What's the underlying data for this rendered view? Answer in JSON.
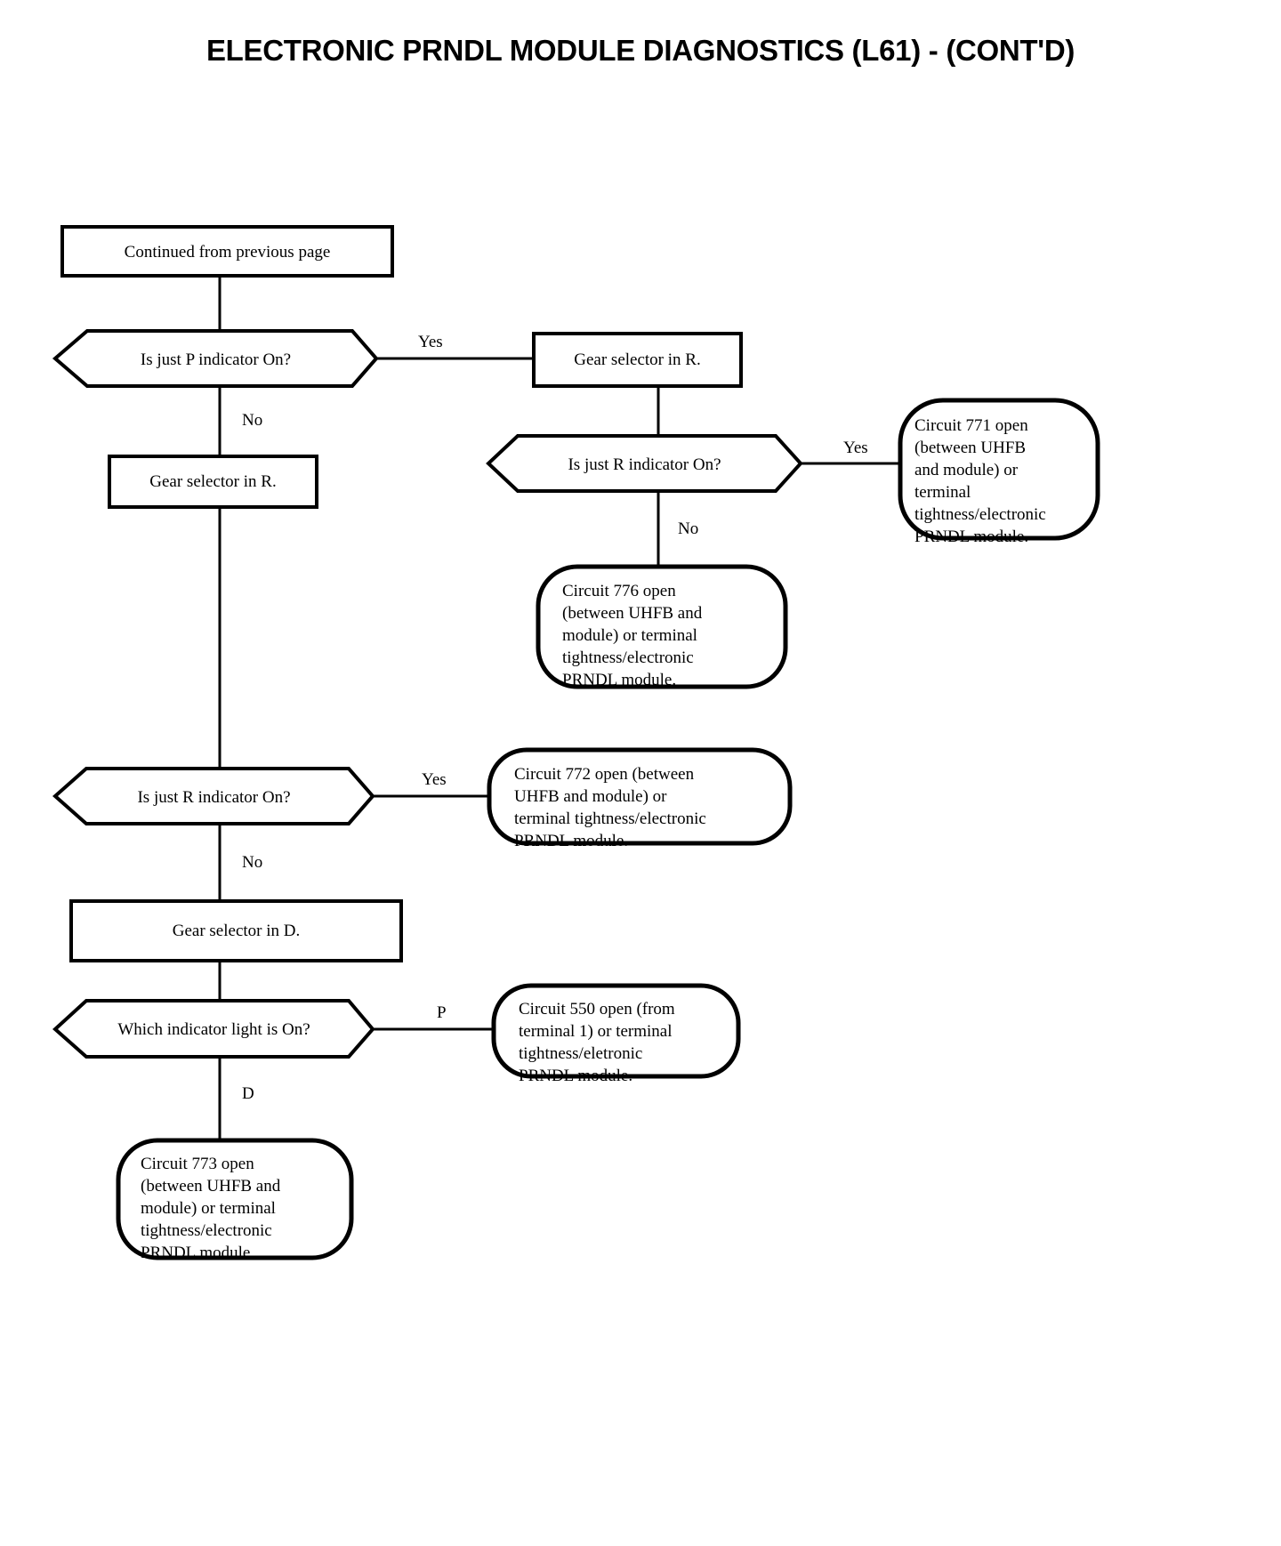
{
  "page": {
    "title": "ELECTRONIC PRNDL MODULE DIAGNOSTICS (L61) - (CONT'D)"
  },
  "chart_data": {
    "type": "diagram",
    "diagram_kind": "flowchart",
    "title": "ELECTRONIC PRNDL MODULE DIAGNOSTICS (L61) - (CONT'D)",
    "nodes": [
      {
        "id": "n1",
        "shape": "rectangle",
        "text": "Continued from previous page"
      },
      {
        "id": "n2",
        "shape": "hexagon",
        "text": "Is just P indicator On?"
      },
      {
        "id": "n3",
        "shape": "rectangle",
        "text": "Gear selector in R."
      },
      {
        "id": "n4",
        "shape": "hexagon",
        "text": "Is just R indicator On?"
      },
      {
        "id": "n5",
        "shape": "rounded",
        "text": "Circuit 771 open (between UHFB and module) or terminal tightness/electronic PRNDL module."
      },
      {
        "id": "n6",
        "shape": "rounded",
        "text": "Circuit 776 open (between UHFB and module) or terminal tightness/electronic PRNDL module."
      },
      {
        "id": "n7",
        "shape": "rectangle",
        "text": "Gear selector in R."
      },
      {
        "id": "n8",
        "shape": "hexagon",
        "text": "Is just R indicator On?"
      },
      {
        "id": "n9",
        "shape": "rounded",
        "text": "Circuit 772 open (between UHFB and module) or terminal tightness/electronic PRNDL module."
      },
      {
        "id": "n10",
        "shape": "rectangle",
        "text": "Gear selector in D."
      },
      {
        "id": "n11",
        "shape": "hexagon",
        "text": "Which indicator light is On?"
      },
      {
        "id": "n12",
        "shape": "rounded",
        "text": "Circuit 550 open (from terminal 1) or terminal tightness/eletronic PRNDL module."
      },
      {
        "id": "n13",
        "shape": "rounded",
        "text": "Circuit 773 open (between UHFB and module) or terminal tightness/electronic PRNDL module."
      }
    ],
    "edges": [
      {
        "from": "n1",
        "to": "n2",
        "label": ""
      },
      {
        "from": "n2",
        "to": "n3",
        "label": "Yes"
      },
      {
        "from": "n2",
        "to": "n7",
        "label": "No"
      },
      {
        "from": "n3",
        "to": "n4",
        "label": ""
      },
      {
        "from": "n4",
        "to": "n5",
        "label": "Yes"
      },
      {
        "from": "n4",
        "to": "n6",
        "label": "No"
      },
      {
        "from": "n7",
        "to": "n8",
        "label": ""
      },
      {
        "from": "n8",
        "to": "n9",
        "label": "Yes"
      },
      {
        "from": "n8",
        "to": "n10",
        "label": "No"
      },
      {
        "from": "n10",
        "to": "n11",
        "label": ""
      },
      {
        "from": "n11",
        "to": "n12",
        "label": "P"
      },
      {
        "from": "n11",
        "to": "n13",
        "label": "D"
      }
    ]
  },
  "nodes": {
    "continued_from_previous_page": "Continued from previous page",
    "is_just_p_indicator_on": "Is just P indicator On?",
    "gear_selector_in_r_top": "Gear selector in R.",
    "is_just_r_indicator_on_top": "Is just R indicator On?",
    "circuit_771": "Circuit 771 open\n(between UHFB\nand module) or\nterminal\ntightness/electronic\nPRNDL module.",
    "circuit_776": "Circuit 776 open\n(between UHFB and\nmodule) or terminal\ntightness/electronic\nPRNDL module.",
    "gear_selector_in_r_left": "Gear selector in R.",
    "is_just_r_indicator_on_left": "Is just R indicator On?",
    "circuit_772": "Circuit 772 open (between\nUHFB and module) or\nterminal tightness/electronic\nPRNDL module.",
    "gear_selector_in_d": "Gear selector in D.",
    "which_indicator_light_is_on": "Which indicator light is On?",
    "circuit_550": "Circuit 550 open (from\nterminal 1) or terminal\ntightness/eletronic\nPRNDL module.",
    "circuit_773": "Circuit 773 open\n(between UHFB and\nmodule) or terminal\ntightness/electronic\nPRNDL module."
  },
  "edge_labels": {
    "p_yes": "Yes",
    "p_no": "No",
    "r_top_yes": "Yes",
    "r_top_no": "No",
    "r_left_yes": "Yes",
    "r_left_no": "No",
    "which_p": "P",
    "which_d": "D"
  },
  "colors": {
    "stroke": "#000000",
    "fill": "#ffffff",
    "text": "#000000"
  }
}
